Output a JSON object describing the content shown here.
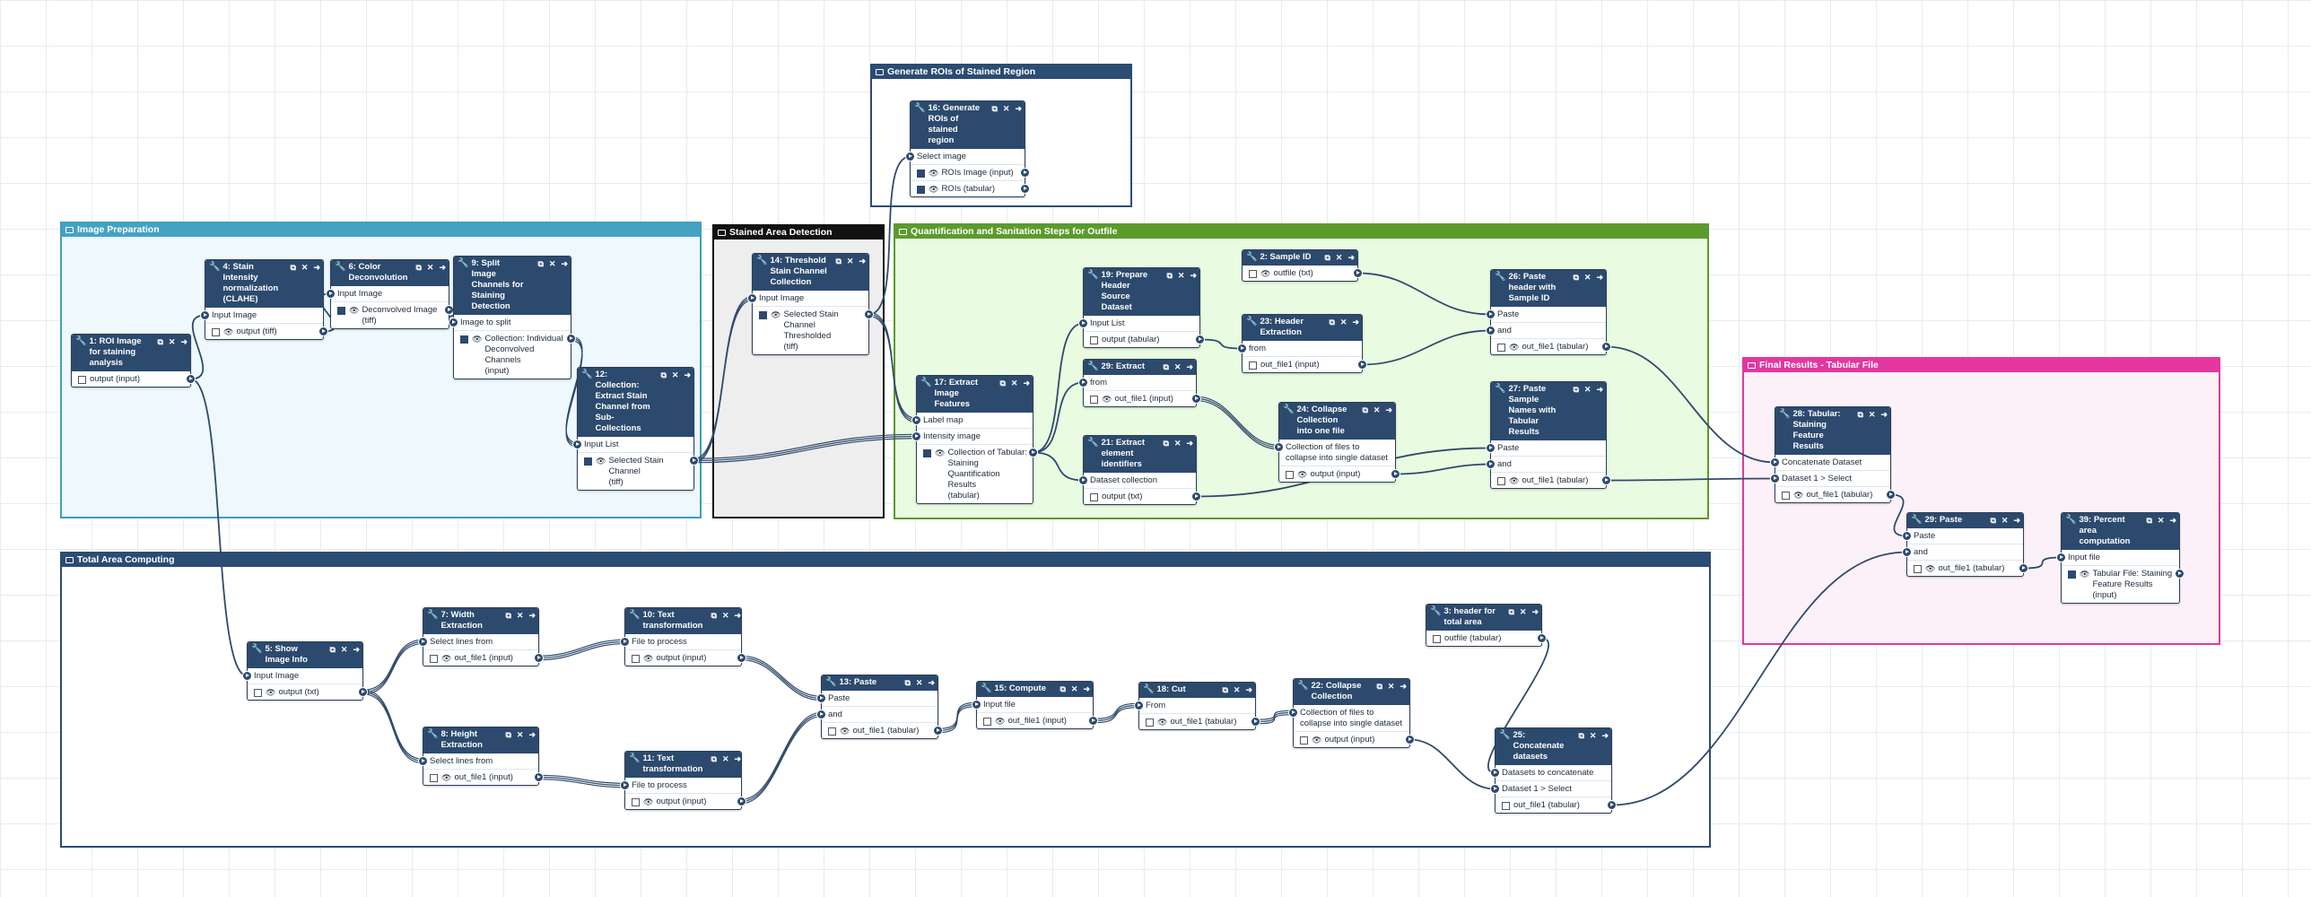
{
  "colors": {
    "canvas_bg": "#ffffff",
    "grid": "#e6ecf4",
    "node_header": "#2c4a6e",
    "wire": "#2f4a6c"
  },
  "frames": [
    {
      "id": "f-roi",
      "title": "Generate ROIs of Stained Region",
      "border": "#2b4c73",
      "bg": "#ffffff",
      "head": "#2b4c73"
    },
    {
      "id": "f-prep",
      "title": "Image Preparation",
      "border": "#3f9fbd",
      "bg": "#eef8fd",
      "head": "#45a2c2"
    },
    {
      "id": "f-stained",
      "title": "Stained Area Detection",
      "border": "#111111",
      "bg": "#eeeeee",
      "head": "#111111"
    },
    {
      "id": "f-quant",
      "title": "Quantification and Sanitation Steps for Outfile",
      "border": "#5a9a2c",
      "bg": "#e9fbe0",
      "head": "#5b9b2d"
    },
    {
      "id": "f-final",
      "title": "Final Results - Tabular File",
      "border": "#e2399e",
      "bg": "#fcf1f8",
      "head": "#e3379e"
    },
    {
      "id": "f-total",
      "title": "Total Area Computing",
      "border": "#2b4c73",
      "bg": "#ffffff",
      "head": "#2b4c73"
    }
  ],
  "nodes": [
    {
      "id": "n1",
      "kind": "input",
      "title": "1: ROI Image\nfor staining analysis",
      "tools": [
        "copy-icon",
        "close-icon",
        "arrow-right-icon"
      ],
      "inputs": [],
      "outputs": [
        {
          "label": "output (input)",
          "checkbox": false,
          "eye": false
        }
      ]
    },
    {
      "id": "n4",
      "kind": "tool",
      "title": "4: Stain\nIntensity normalization\n(CLAHE)",
      "tools": [
        "copy-icon",
        "close-icon",
        "arrow-right-icon"
      ],
      "inputs": [
        "Input Image"
      ],
      "outputs": [
        {
          "label": "output (tiff)",
          "checkbox": false,
          "eye": true
        }
      ]
    },
    {
      "id": "n6",
      "kind": "tool",
      "title": "6: Color\nDeconvolution",
      "tools": [
        "copy-icon",
        "close-icon",
        "arrow-right-icon"
      ],
      "inputs": [
        "Input Image"
      ],
      "outputs": [
        {
          "label": "Deconvolved Image\n(tiff)",
          "checkbox": true,
          "eye": true
        }
      ]
    },
    {
      "id": "n9",
      "kind": "tool",
      "title": "9: Split\nImage Channels for Staining\nDetection",
      "tools": [
        "copy-icon",
        "close-icon",
        "arrow-right-icon"
      ],
      "inputs": [
        "Image to split"
      ],
      "outputs": [
        {
          "label": "Collection: Individual\nDeconvolved\nChannels\n(input)",
          "checkbox": true,
          "eye": true
        }
      ]
    },
    {
      "id": "n12",
      "kind": "tool",
      "title": "12:\nCollection: Extract Stain\nChannel from Sub-Collections",
      "tools": [
        "copy-icon",
        "close-icon",
        "arrow-right-icon"
      ],
      "inputs": [
        "Input List"
      ],
      "outputs": [
        {
          "label": "Selected Stain\nChannel\n(tiff)",
          "checkbox": true,
          "eye": true
        }
      ]
    },
    {
      "id": "n14",
      "kind": "tool",
      "title": "14: Threshold\nStain Channel Collection",
      "tools": [
        "copy-icon",
        "close-icon",
        "arrow-right-icon"
      ],
      "inputs": [
        "Input Image"
      ],
      "outputs": [
        {
          "label": "Selected Stain\nChannel Thresholded\n(tiff)",
          "checkbox": true,
          "eye": true
        }
      ]
    },
    {
      "id": "n16",
      "kind": "tool",
      "title": "16: Generate\nROIs of stained region",
      "tools": [
        "copy-icon",
        "close-icon",
        "arrow-right-icon"
      ],
      "inputs": [
        "Select image"
      ],
      "outputs": [
        {
          "label": "ROIs Image (input)",
          "checkbox": true,
          "eye": true
        },
        {
          "label": "ROIs (tabular)",
          "checkbox": true,
          "eye": true
        }
      ]
    },
    {
      "id": "n17",
      "kind": "tool",
      "title": "17: Extract\nImage Features",
      "tools": [
        "copy-icon",
        "close-icon",
        "arrow-right-icon"
      ],
      "inputs": [
        "Label map",
        "Intensity image"
      ],
      "outputs": [
        {
          "label": "Collection of Tabular:\nStaining\nQuantification Results\n(tabular)",
          "checkbox": true,
          "eye": true
        }
      ]
    },
    {
      "id": "n19",
      "kind": "tool",
      "title": "19: Prepare\nHeader Source Dataset",
      "tools": [
        "copy-icon",
        "close-icon",
        "arrow-right-icon"
      ],
      "inputs": [
        "Input List"
      ],
      "outputs": [
        {
          "label": "output (tabular)",
          "checkbox": false,
          "eye": false
        }
      ]
    },
    {
      "id": "n29",
      "kind": "tool",
      "title": "29: Extract",
      "tools": [
        "copy-icon",
        "close-icon",
        "arrow-right-icon"
      ],
      "inputs": [
        "from"
      ],
      "outputs": [
        {
          "label": "out_file1 (input)",
          "checkbox": false,
          "eye": true
        }
      ]
    },
    {
      "id": "n21",
      "kind": "tool",
      "title": "21: Extract\nelement identifiers",
      "tools": [
        "copy-icon",
        "close-icon",
        "arrow-right-icon"
      ],
      "inputs": [
        "Dataset collection"
      ],
      "outputs": [
        {
          "label": "output (txt)",
          "checkbox": false,
          "eye": false
        }
      ]
    },
    {
      "id": "n2",
      "kind": "input",
      "title": "2: Sample ID",
      "tools": [
        "copy-icon",
        "close-icon",
        "arrow-right-icon"
      ],
      "inputs": [],
      "outputs": [
        {
          "label": "outfile (txt)",
          "checkbox": false,
          "eye": true
        }
      ]
    },
    {
      "id": "n23",
      "kind": "tool",
      "title": "23: Header\nExtraction",
      "tools": [
        "copy-icon",
        "close-icon",
        "arrow-right-icon"
      ],
      "inputs": [
        "from"
      ],
      "outputs": [
        {
          "label": "out_file1 (input)",
          "checkbox": false,
          "eye": false
        }
      ]
    },
    {
      "id": "n24",
      "kind": "tool",
      "title": "24: Collapse\nCollection into one file",
      "tools": [
        "copy-icon",
        "close-icon",
        "arrow-right-icon"
      ],
      "inputs": [
        "Collection of files to\ncollapse into single dataset"
      ],
      "outputs": [
        {
          "label": "output (input)",
          "checkbox": false,
          "eye": true
        }
      ]
    },
    {
      "id": "n26",
      "kind": "tool",
      "title": "26: Paste\nheader with Sample ID",
      "tools": [
        "copy-icon",
        "close-icon",
        "arrow-right-icon"
      ],
      "inputs": [
        "Paste",
        "and"
      ],
      "outputs": [
        {
          "label": "out_file1 (tabular)",
          "checkbox": false,
          "eye": true
        }
      ]
    },
    {
      "id": "n27",
      "kind": "tool",
      "title": "27: Paste\nSample Names with Tabular\nResults",
      "tools": [
        "copy-icon",
        "close-icon",
        "arrow-right-icon"
      ],
      "inputs": [
        "Paste",
        "and"
      ],
      "outputs": [
        {
          "label": "out_file1 (tabular)",
          "checkbox": false,
          "eye": true
        }
      ]
    },
    {
      "id": "n28",
      "kind": "tool",
      "title": "28: Tabular:\nStaining Feature Results",
      "tools": [
        "copy-icon",
        "close-icon",
        "arrow-right-icon"
      ],
      "inputs": [
        "Concatenate Dataset",
        "Dataset 1 > Select"
      ],
      "outputs": [
        {
          "label": "out_file1 (tabular)",
          "checkbox": false,
          "eye": true
        }
      ]
    },
    {
      "id": "n29p",
      "kind": "tool",
      "title": "29: Paste",
      "tools": [
        "copy-icon",
        "close-icon",
        "arrow-right-icon"
      ],
      "inputs": [
        "Paste",
        "and"
      ],
      "outputs": [
        {
          "label": "out_file1 (tabular)",
          "checkbox": false,
          "eye": true
        }
      ]
    },
    {
      "id": "n39",
      "kind": "tool",
      "title": "39: Percent\narea computation",
      "tools": [
        "copy-icon",
        "close-icon",
        "arrow-right-icon"
      ],
      "inputs": [
        "Input file"
      ],
      "outputs": [
        {
          "label": "Tabular File: Staining\nFeature Results\n(input)",
          "checkbox": true,
          "eye": true
        }
      ]
    },
    {
      "id": "n5",
      "kind": "tool",
      "title": "5: Show\nImage Info",
      "tools": [
        "copy-icon",
        "close-icon",
        "arrow-right-icon"
      ],
      "inputs": [
        "Input Image"
      ],
      "outputs": [
        {
          "label": "output (txt)",
          "checkbox": false,
          "eye": true
        }
      ]
    },
    {
      "id": "n7",
      "kind": "tool",
      "title": "7: Width\nExtraction",
      "tools": [
        "copy-icon",
        "close-icon",
        "arrow-right-icon"
      ],
      "inputs": [
        "Select lines from"
      ],
      "outputs": [
        {
          "label": "out_file1 (input)",
          "checkbox": false,
          "eye": true
        }
      ]
    },
    {
      "id": "n8",
      "kind": "tool",
      "title": "8: Height\nExtraction",
      "tools": [
        "copy-icon",
        "close-icon",
        "arrow-right-icon"
      ],
      "inputs": [
        "Select lines from"
      ],
      "outputs": [
        {
          "label": "out_file1 (input)",
          "checkbox": false,
          "eye": true
        }
      ]
    },
    {
      "id": "n10",
      "kind": "tool",
      "title": "10: Text\ntransformation",
      "tools": [
        "copy-icon",
        "close-icon",
        "arrow-right-icon"
      ],
      "inputs": [
        "File to process"
      ],
      "outputs": [
        {
          "label": "output (input)",
          "checkbox": false,
          "eye": true
        }
      ]
    },
    {
      "id": "n11",
      "kind": "tool",
      "title": "11: Text\ntransformation",
      "tools": [
        "copy-icon",
        "close-icon",
        "arrow-right-icon"
      ],
      "inputs": [
        "File to process"
      ],
      "outputs": [
        {
          "label": "output (input)",
          "checkbox": false,
          "eye": true
        }
      ]
    },
    {
      "id": "n13",
      "kind": "tool",
      "title": "13: Paste",
      "tools": [
        "copy-icon",
        "close-icon",
        "arrow-right-icon"
      ],
      "inputs": [
        "Paste",
        "and"
      ],
      "outputs": [
        {
          "label": "out_file1 (tabular)",
          "checkbox": false,
          "eye": true
        }
      ]
    },
    {
      "id": "n15",
      "kind": "tool",
      "title": "15: Compute",
      "tools": [
        "copy-icon",
        "close-icon",
        "arrow-right-icon"
      ],
      "inputs": [
        "Input file"
      ],
      "outputs": [
        {
          "label": "out_file1 (input)",
          "checkbox": false,
          "eye": true
        }
      ]
    },
    {
      "id": "n18",
      "kind": "tool",
      "title": "18: Cut",
      "tools": [
        "copy-icon",
        "close-icon",
        "arrow-right-icon"
      ],
      "inputs": [
        "From"
      ],
      "outputs": [
        {
          "label": "out_file1 (tabular)",
          "checkbox": false,
          "eye": true
        }
      ]
    },
    {
      "id": "n22",
      "kind": "tool",
      "title": "22: Collapse\nCollection",
      "tools": [
        "copy-icon",
        "close-icon",
        "arrow-right-icon"
      ],
      "inputs": [
        "Collection of files to\ncollapse into single dataset"
      ],
      "outputs": [
        {
          "label": "output (input)",
          "checkbox": false,
          "eye": true
        }
      ]
    },
    {
      "id": "n3",
      "kind": "input",
      "title": "3: header for\ntotal area",
      "tools": [
        "copy-icon",
        "close-icon",
        "arrow-right-icon"
      ],
      "inputs": [],
      "outputs": [
        {
          "label": "outfile (tabular)",
          "checkbox": false,
          "eye": false
        }
      ]
    },
    {
      "id": "n25",
      "kind": "tool",
      "title": "25:\nConcatenate datasets",
      "tools": [
        "copy-icon",
        "close-icon",
        "arrow-right-icon"
      ],
      "inputs": [
        "Datasets to concatenate",
        "Dataset 1 > Select"
      ],
      "outputs": [
        {
          "label": "out_file1 (tabular)",
          "checkbox": false,
          "eye": false
        }
      ]
    }
  ],
  "connections": [
    {
      "from": "n1",
      "out": 0,
      "to": "n4",
      "in": 0,
      "bundle": 1
    },
    {
      "from": "n1",
      "out": 0,
      "to": "n5",
      "in": 0,
      "bundle": 1
    },
    {
      "from": "n4",
      "out": 0,
      "to": "n6",
      "in": 0,
      "bundle": 1
    },
    {
      "from": "n6",
      "out": 0,
      "to": "n9",
      "in": 0,
      "bundle": 1
    },
    {
      "from": "n9",
      "out": 0,
      "to": "n12",
      "in": 0,
      "bundle": 3
    },
    {
      "from": "n12",
      "out": 0,
      "to": "n14",
      "in": 0,
      "bundle": 3
    },
    {
      "from": "n12",
      "out": 0,
      "to": "n17",
      "in": 1,
      "bundle": 3
    },
    {
      "from": "n14",
      "out": 0,
      "to": "n16",
      "in": 0,
      "bundle": 1
    },
    {
      "from": "n14",
      "out": 0,
      "to": "n17",
      "in": 0,
      "bundle": 3
    },
    {
      "from": "n17",
      "out": 0,
      "to": "n19",
      "in": 0,
      "bundle": 1
    },
    {
      "from": "n17",
      "out": 0,
      "to": "n29",
      "in": 0,
      "bundle": 1
    },
    {
      "from": "n17",
      "out": 0,
      "to": "n21",
      "in": 0,
      "bundle": 1
    },
    {
      "from": "n19",
      "out": 0,
      "to": "n23",
      "in": 0,
      "bundle": 1
    },
    {
      "from": "n29",
      "out": 0,
      "to": "n24",
      "in": 0,
      "bundle": 3
    },
    {
      "from": "n2",
      "out": 0,
      "to": "n26",
      "in": 0,
      "bundle": 1
    },
    {
      "from": "n23",
      "out": 0,
      "to": "n26",
      "in": 1,
      "bundle": 1
    },
    {
      "from": "n21",
      "out": 0,
      "to": "n27",
      "in": 0,
      "bundle": 1
    },
    {
      "from": "n24",
      "out": 0,
      "to": "n27",
      "in": 1,
      "bundle": 1
    },
    {
      "from": "n26",
      "out": 0,
      "to": "n28",
      "in": 0,
      "bundle": 1
    },
    {
      "from": "n27",
      "out": 0,
      "to": "n28",
      "in": 1,
      "bundle": 1
    },
    {
      "from": "n28",
      "out": 0,
      "to": "n29p",
      "in": 0,
      "bundle": 1
    },
    {
      "from": "n29p",
      "out": 0,
      "to": "n39",
      "in": 0,
      "bundle": 1
    },
    {
      "from": "n5",
      "out": 0,
      "to": "n7",
      "in": 0,
      "bundle": 3
    },
    {
      "from": "n5",
      "out": 0,
      "to": "n8",
      "in": 0,
      "bundle": 3
    },
    {
      "from": "n7",
      "out": 0,
      "to": "n10",
      "in": 0,
      "bundle": 3
    },
    {
      "from": "n8",
      "out": 0,
      "to": "n11",
      "in": 0,
      "bundle": 3
    },
    {
      "from": "n10",
      "out": 0,
      "to": "n13",
      "in": 0,
      "bundle": 3
    },
    {
      "from": "n11",
      "out": 0,
      "to": "n13",
      "in": 1,
      "bundle": 3
    },
    {
      "from": "n13",
      "out": 0,
      "to": "n15",
      "in": 0,
      "bundle": 3
    },
    {
      "from": "n15",
      "out": 0,
      "to": "n18",
      "in": 0,
      "bundle": 3
    },
    {
      "from": "n18",
      "out": 0,
      "to": "n22",
      "in": 0,
      "bundle": 3
    },
    {
      "from": "n3",
      "out": 0,
      "to": "n25",
      "in": 0,
      "bundle": 1
    },
    {
      "from": "n22",
      "out": 0,
      "to": "n25",
      "in": 1,
      "bundle": 1
    },
    {
      "from": "n25",
      "out": 0,
      "to": "n29p",
      "in": 1,
      "bundle": 1
    }
  ]
}
